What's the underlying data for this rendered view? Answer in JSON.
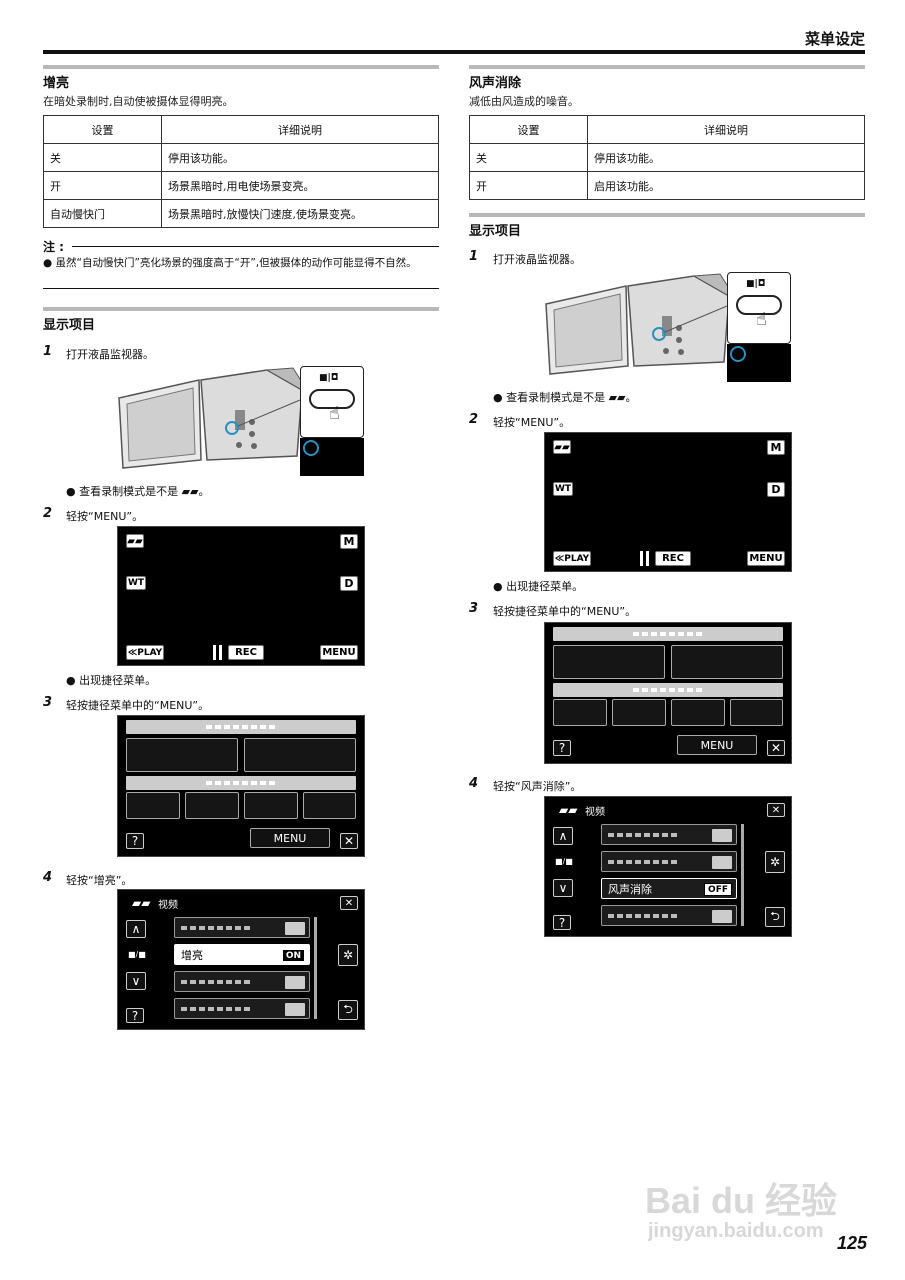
{
  "header": {
    "title": "菜单设定"
  },
  "left": {
    "section1": {
      "title": "增亮",
      "desc": "在暗处录制时,自动使被摄体显得明亮。",
      "table": {
        "headers": [
          "设置",
          "详细说明"
        ],
        "rows": [
          [
            "关",
            "停用该功能。"
          ],
          [
            "开",
            "场景黑暗时,用电使场景变亮。"
          ],
          [
            "自动慢快门",
            "场景黑暗时,放慢快门速度,使场景变亮。"
          ]
        ]
      },
      "note_label": "注 :",
      "note_text": "● 虽然“自动慢快门”亮化场景的强度高于“开”,但被摄体的动作可能显得不自然。"
    },
    "section2": {
      "title": "显示项目",
      "steps": [
        {
          "num": "1",
          "text": "打开液晶监视器。"
        },
        {
          "num": "2",
          "text": "轻按“MENU”。"
        },
        {
          "num": "3",
          "text": "轻按捷径菜单中的“MENU”。"
        },
        {
          "num": "4",
          "text": "轻按“增亮”。"
        }
      ],
      "bullet1": "● 查看录制模式是不是 ▰▰。",
      "bullet2": "● 出现捷径菜单。",
      "menu_item": "增亮",
      "menu_state": "ON"
    }
  },
  "right": {
    "section1": {
      "title": "风声消除",
      "desc": "减低由风造成的噪音。",
      "table": {
        "headers": [
          "设置",
          "详细说明"
        ],
        "rows": [
          [
            "关",
            "停用该功能。"
          ],
          [
            "开",
            "启用该功能。"
          ]
        ]
      }
    },
    "section2": {
      "title": "显示项目",
      "steps": [
        {
          "num": "1",
          "text": "打开液晶监视器。"
        },
        {
          "num": "2",
          "text": "轻按“MENU”。"
        },
        {
          "num": "3",
          "text": "轻按捷径菜单中的“MENU”。"
        },
        {
          "num": "4",
          "text": "轻按“风声消除”。"
        }
      ],
      "bullet1": "● 查看录制模式是不是 ▰▰。",
      "bullet2": "● 出现捷径菜单。",
      "menu_item": "风声消除",
      "menu_state": "OFF"
    }
  },
  "screen": {
    "play": "≪PLAY",
    "rec": "REC",
    "menu": "MENU",
    "m": "M",
    "d": "D",
    "wt": "WT",
    "video_label": "视频",
    "help": "?",
    "close": "✕",
    "up": "∧",
    "down": "∨",
    "page": "■/■",
    "gear": "✲",
    "back": "⮌",
    "cam_mode": "■|◘"
  },
  "watermark": {
    "brand": "Bai du 经验",
    "url": "jingyan.baidu.com"
  },
  "page_number": "125"
}
